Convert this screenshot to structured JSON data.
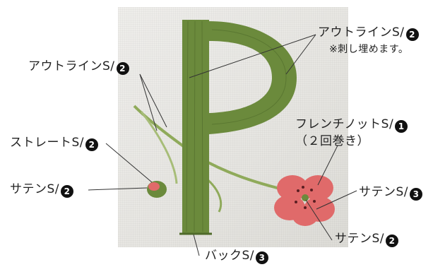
{
  "colors": {
    "thread_green": "#6b8a3c",
    "thread_green_dark": "#4f6a2a",
    "flower_red": "#e06a6a",
    "flower_dark": "#b8444a",
    "leader_line": "#333333"
  },
  "labels": {
    "outline_right": {
      "text": "アウトラインS/",
      "num": "2"
    },
    "fill_note": "※刺し埋めます。",
    "outline_left": {
      "text": "アウトラインS/",
      "num": "2"
    },
    "french_knot": {
      "text": "フレンチノットS/",
      "num": "1"
    },
    "french_knot_note": "（２回巻き）",
    "straight": {
      "text": "ストレートS/",
      "num": "2"
    },
    "satin_bud": {
      "text": "サテンS/",
      "num": "2"
    },
    "satin_petal": {
      "text": "サテンS/",
      "num": "3"
    },
    "satin_center": {
      "text": "サテンS/",
      "num": "2"
    },
    "back": {
      "text": "バックS/",
      "num": "3"
    }
  }
}
